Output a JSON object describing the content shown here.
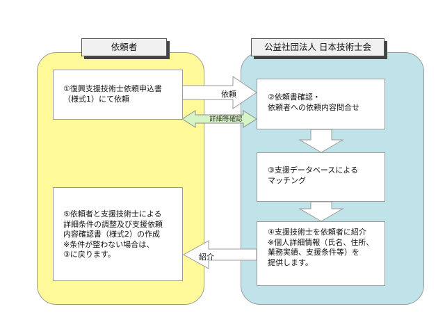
{
  "headers": {
    "left": "依頼者",
    "right": "公益社団法人 日本技術士会"
  },
  "boxes": {
    "step1": [
      "①復興支援技術士依頼申込書",
      "（様式1）にて依頼"
    ],
    "step2": [
      "②依頼書確認・",
      "依頼者への依頼内容問合せ"
    ],
    "step3": [
      "③支援データベースによる",
      "マッチング"
    ],
    "step4": [
      "④支援技術士を依頼者に紹介",
      "※個人詳細情報（氏名、住所、",
      "業務実績、支援条件等）を",
      "提供します。"
    ],
    "step5": [
      "⑤依頼者と支援技術士による",
      "詳細条件の調整及び支援依頼",
      "内容確認書（様式2）の作成",
      "※条件が整わない場合は、",
      "③に戻ります。"
    ]
  },
  "arrow_labels": {
    "request": "依頼",
    "detail_confirm": "詳細等確認",
    "introduce": "紹介"
  },
  "colors": {
    "left_background": "#fff99a",
    "right_background": "#bfe3e9",
    "header_fill": "#f0f0f0",
    "arrow_fill": "#ffffff",
    "double_arrow_fill": "#d6f5c4"
  }
}
